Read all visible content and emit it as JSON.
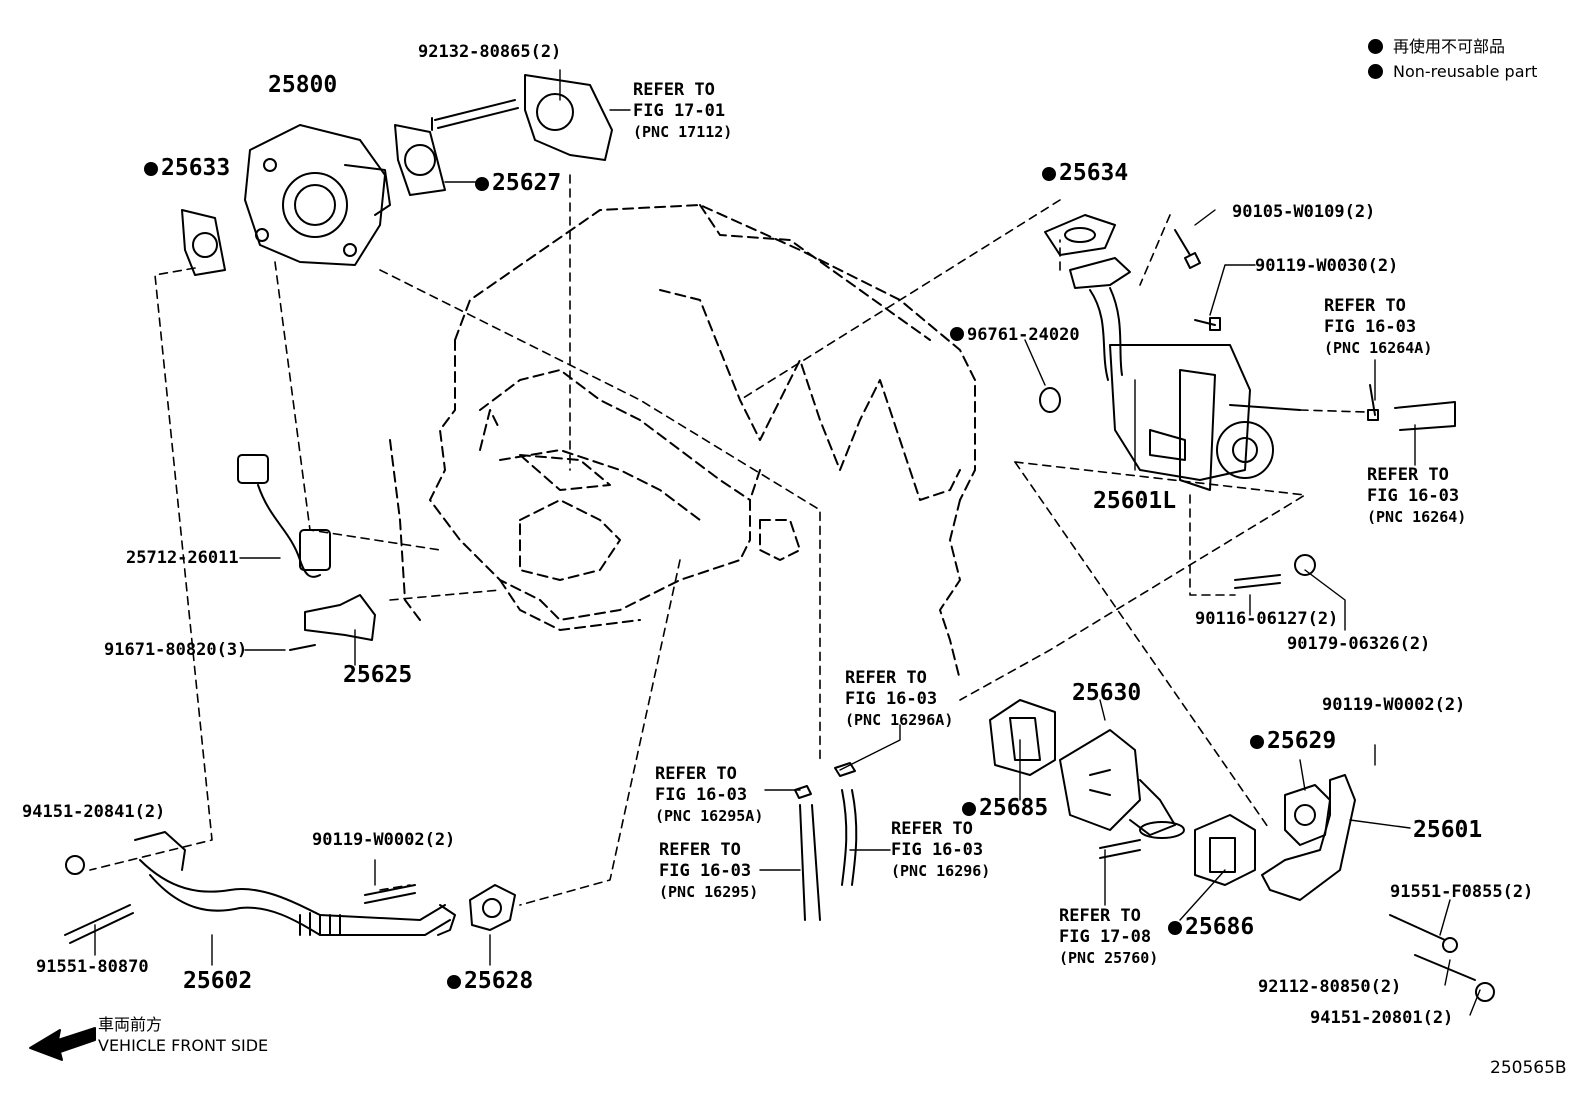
{
  "legend": {
    "jp": "再使用不可部品",
    "en": "Non-reusable part"
  },
  "front": {
    "jp": "車両前方",
    "en": "VEHICLE FRONT SIDE"
  },
  "figure_id": "250565B",
  "parts": {
    "p25800": "25800",
    "p92132": "92132-80865(2)",
    "p25633": "25633",
    "p25627": "25627",
    "p25634": "25634",
    "p90105": "90105-W0109(2)",
    "p90119_30": "90119-W0030(2)",
    "p96761": "96761-24020",
    "p25601L": "25601L",
    "p25712": "25712-26011",
    "p91671": "91671-80820(3)",
    "p25625": "25625",
    "p90116": "90116-06127(2)",
    "p90179": "90179-06326(2)",
    "p25630": "25630",
    "p90119_02a": "90119-W0002(2)",
    "p25629": "25629",
    "p25601": "25601",
    "p25685": "25685",
    "p91551F": "91551-F0855(2)",
    "p25686": "25686",
    "p92112": "92112-80850(2)",
    "p94151_01": "94151-20801(2)",
    "p94151_41": "94151-20841(2)",
    "p90119_02b": "90119-W0002(2)",
    "p91551": "91551-80870",
    "p25602": "25602",
    "p25628": "25628"
  },
  "refs": {
    "r17112": {
      "l1": "REFER TO",
      "l2": "FIG 17-01",
      "l3": "(PNC 17112)"
    },
    "r16264A": {
      "l1": "REFER TO",
      "l2": "FIG 16-03",
      "l3": "(PNC 16264A)"
    },
    "r16264": {
      "l1": "REFER TO",
      "l2": "FIG 16-03",
      "l3": "(PNC 16264)"
    },
    "r16296A": {
      "l1": "REFER TO",
      "l2": "FIG 16-03",
      "l3": "(PNC 16296A)"
    },
    "r16295A": {
      "l1": "REFER TO",
      "l2": "FIG 16-03",
      "l3": "(PNC 16295A)"
    },
    "r16295": {
      "l1": "REFER TO",
      "l2": "FIG 16-03",
      "l3": "(PNC 16295)"
    },
    "r16296": {
      "l1": "REFER TO",
      "l2": "FIG 16-03",
      "l3": "(PNC 16296)"
    },
    "r25760": {
      "l1": "REFER TO",
      "l2": "FIG 17-08",
      "l3": "(PNC 25760)"
    }
  }
}
